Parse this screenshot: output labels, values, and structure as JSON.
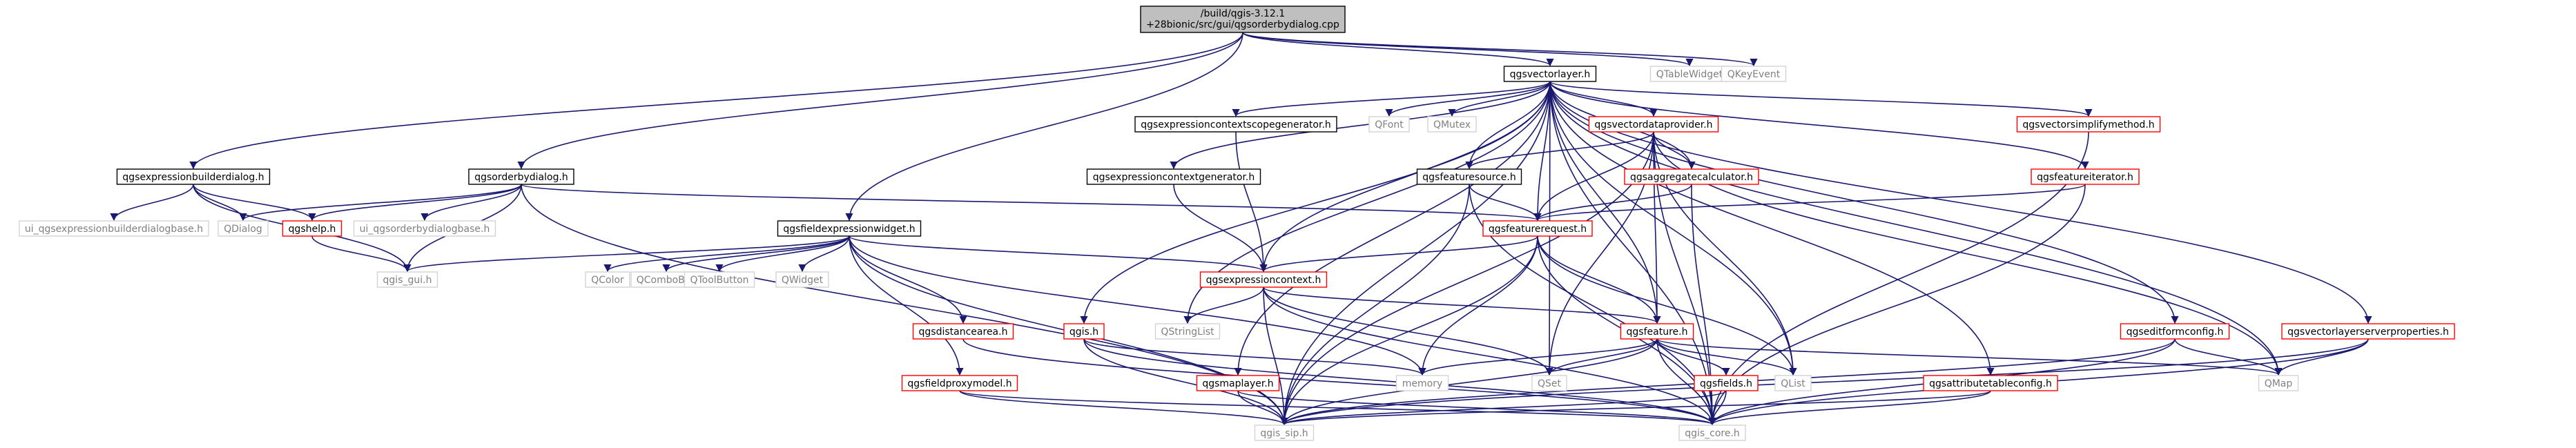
{
  "diagram": {
    "colors": {
      "edge": "#191970",
      "edge_gray": "#a9a9a9",
      "edge_red": "#8b0000",
      "border_black": "#000000",
      "border_red": "#ff0000",
      "border_gray": "#d3d3d3",
      "root_fill": "#bfbfbf",
      "fill": "#ffffff",
      "text": "#000000",
      "text_gray": "#808080"
    },
    "nodes": [
      {
        "id": "root",
        "lines": [
          "/build/qgis-3.12.1",
          "+28bionic/src/gui/qgsorderbydialog.cpp"
        ],
        "style": "root"
      },
      {
        "id": "qgsvectorlayer",
        "lines": [
          "qgsvectorlayer.h"
        ],
        "style": "black"
      },
      {
        "id": "qtablewidget",
        "lines": [
          "QTableWidget"
        ],
        "style": "gray"
      },
      {
        "id": "qkeyevent",
        "lines": [
          "QKeyEvent"
        ],
        "style": "gray"
      },
      {
        "id": "qgsexpressionbuilderdialog",
        "lines": [
          "qgsexpressionbuilderdialog.h"
        ],
        "style": "black"
      },
      {
        "id": "qgsorderbydialog",
        "lines": [
          "qgsorderbydialog.h"
        ],
        "style": "black"
      },
      {
        "id": "qgsexpressioncontextscopegenerator",
        "lines": [
          "qgsexpressioncontextscopegenerator.h"
        ],
        "style": "black"
      },
      {
        "id": "qfont",
        "lines": [
          "QFont"
        ],
        "style": "gray"
      },
      {
        "id": "qmutex",
        "lines": [
          "QMutex"
        ],
        "style": "gray"
      },
      {
        "id": "qgsvectordataprovider",
        "lines": [
          "qgsvectordataprovider.h"
        ],
        "style": "red"
      },
      {
        "id": "qgsvectorsimplifymethod",
        "lines": [
          "qgsvectorsimplifymethod.h"
        ],
        "style": "red"
      },
      {
        "id": "ui_qgsexpressionbuilderdialogbase",
        "lines": [
          "ui_qgsexpressionbuilderdialogbase.h"
        ],
        "style": "gray"
      },
      {
        "id": "qdialog",
        "lines": [
          "QDialog"
        ],
        "style": "gray"
      },
      {
        "id": "qgshelp",
        "lines": [
          "qgshelp.h"
        ],
        "style": "red"
      },
      {
        "id": "ui_qgsorderbydialogbase",
        "lines": [
          "ui_qgsorderbydialogbase.h"
        ],
        "style": "gray"
      },
      {
        "id": "qgsexpressioncontextgenerator",
        "lines": [
          "qgsexpressioncontextgenerator.h"
        ],
        "style": "black"
      },
      {
        "id": "qgsfeaturesource",
        "lines": [
          "qgsfeaturesource.h"
        ],
        "style": "black"
      },
      {
        "id": "qgsaggregatecalculator",
        "lines": [
          "qgsaggregatecalculator.h"
        ],
        "style": "red"
      },
      {
        "id": "qgsfeatureiterator",
        "lines": [
          "qgsfeatureiterator.h"
        ],
        "style": "red"
      },
      {
        "id": "qgsfieldexpressionwidget",
        "lines": [
          "qgsfieldexpressionwidget.h"
        ],
        "style": "black"
      },
      {
        "id": "qgsfeaturerequest",
        "lines": [
          "qgsfeaturerequest.h"
        ],
        "style": "red"
      },
      {
        "id": "qgis_gui",
        "lines": [
          "qgis_gui.h"
        ],
        "style": "gray"
      },
      {
        "id": "qcolor",
        "lines": [
          "QColor"
        ],
        "style": "gray"
      },
      {
        "id": "qcombobox",
        "lines": [
          "QComboBox"
        ],
        "style": "gray"
      },
      {
        "id": "qtoolbutton",
        "lines": [
          "QToolButton"
        ],
        "style": "gray"
      },
      {
        "id": "qwidget",
        "lines": [
          "QWidget"
        ],
        "style": "gray"
      },
      {
        "id": "qgsexpressioncontext",
        "lines": [
          "qgsexpressioncontext.h"
        ],
        "style": "red"
      },
      {
        "id": "qstringlist",
        "lines": [
          "QStringList"
        ],
        "style": "gray"
      },
      {
        "id": "qgsdistancearea",
        "lines": [
          "qgsdistancearea.h"
        ],
        "style": "red"
      },
      {
        "id": "qgis",
        "lines": [
          "qgis.h"
        ],
        "style": "red"
      },
      {
        "id": "qgsfeature",
        "lines": [
          "qgsfeature.h"
        ],
        "style": "red"
      },
      {
        "id": "qgseditformconfig",
        "lines": [
          "qgseditformconfig.h"
        ],
        "style": "red"
      },
      {
        "id": "qgsvectorlayerserverproperties",
        "lines": [
          "qgsvectorlayerserverproperties.h"
        ],
        "style": "red"
      },
      {
        "id": "qgsfieldproxymodel",
        "lines": [
          "qgsfieldproxymodel.h"
        ],
        "style": "red"
      },
      {
        "id": "qgsmaplayer",
        "lines": [
          "qgsmaplayer.h"
        ],
        "style": "red"
      },
      {
        "id": "memory",
        "lines": [
          "memory"
        ],
        "style": "gray"
      },
      {
        "id": "qset",
        "lines": [
          "QSet"
        ],
        "style": "gray"
      },
      {
        "id": "qgsfields",
        "lines": [
          "qgsfields.h"
        ],
        "style": "red"
      },
      {
        "id": "qlist",
        "lines": [
          "QList"
        ],
        "style": "gray"
      },
      {
        "id": "qgsattributetableconfig",
        "lines": [
          "qgsattributetableconfig.h"
        ],
        "style": "red"
      },
      {
        "id": "qmap",
        "lines": [
          "QMap"
        ],
        "style": "gray"
      },
      {
        "id": "qgis_sip",
        "lines": [
          "qgis_sip.h"
        ],
        "style": "gray"
      },
      {
        "id": "qgis_core",
        "lines": [
          "qgis_core.h"
        ],
        "style": "gray"
      }
    ],
    "edges": [
      [
        "root",
        "qgsvectorlayer"
      ],
      [
        "root",
        "qtablewidget"
      ],
      [
        "root",
        "qkeyevent"
      ],
      [
        "root",
        "qgsexpressionbuilderdialog"
      ],
      [
        "root",
        "qgsorderbydialog"
      ],
      [
        "root",
        "qgsfieldexpressionwidget"
      ],
      [
        "qgsexpressionbuilderdialog",
        "ui_qgsexpressionbuilderdialogbase"
      ],
      [
        "qgsexpressionbuilderdialog",
        "qdialog"
      ],
      [
        "qgsexpressionbuilderdialog",
        "qgshelp"
      ],
      [
        "qgsexpressionbuilderdialog",
        "qgis_gui"
      ],
      [
        "qgsorderbydialog",
        "qdialog"
      ],
      [
        "qgsorderbydialog",
        "qgshelp"
      ],
      [
        "qgsorderbydialog",
        "ui_qgsorderbydialogbase"
      ],
      [
        "qgsorderbydialog",
        "qgis_gui"
      ],
      [
        "qgsorderbydialog",
        "qgsfeaturerequest"
      ],
      [
        "qgsorderbydialog",
        "qgis_sip"
      ],
      [
        "qgshelp",
        "qgis_gui"
      ],
      [
        "qgsfieldexpressionwidget",
        "qgis_gui"
      ],
      [
        "qgsfieldexpressionwidget",
        "qcolor"
      ],
      [
        "qgsfieldexpressionwidget",
        "qcombobox"
      ],
      [
        "qgsfieldexpressionwidget",
        "qtoolbutton"
      ],
      [
        "qgsfieldexpressionwidget",
        "qwidget"
      ],
      [
        "qgsfieldexpressionwidget",
        "qgsexpressioncontext"
      ],
      [
        "qgsfieldexpressionwidget",
        "qgsdistancearea"
      ],
      [
        "qgsfieldexpressionwidget",
        "qgsfieldproxymodel"
      ],
      [
        "qgsfieldexpressionwidget",
        "memory"
      ],
      [
        "qgsfieldexpressionwidget",
        "qgis_sip"
      ],
      [
        "qgsvectorlayer",
        "qgsexpressioncontextscopegenerator"
      ],
      [
        "qgsvectorlayer",
        "qfont"
      ],
      [
        "qgsvectorlayer",
        "qmutex"
      ],
      [
        "qgsvectorlayer",
        "qgsvectordataprovider"
      ],
      [
        "qgsvectorlayer",
        "qgsvectorsimplifymethod"
      ],
      [
        "qgsvectorlayer",
        "qgsexpressioncontextgenerator"
      ],
      [
        "qgsvectorlayer",
        "qgsfeaturesource"
      ],
      [
        "qgsvectorlayer",
        "qgsaggregatecalculator"
      ],
      [
        "qgsvectorlayer",
        "qgsfeatureiterator"
      ],
      [
        "qgsvectorlayer",
        "qgsfeaturerequest"
      ],
      [
        "qgsvectorlayer",
        "qgsexpressioncontext"
      ],
      [
        "qgsvectorlayer",
        "qstringlist"
      ],
      [
        "qgsvectorlayer",
        "qgis"
      ],
      [
        "qgsvectorlayer",
        "qgsmaplayer"
      ],
      [
        "qgsvectorlayer",
        "qgsfeature"
      ],
      [
        "qgsvectorlayer",
        "qgseditformconfig"
      ],
      [
        "qgsvectorlayer",
        "qgsvectorlayerserverproperties"
      ],
      [
        "qgsvectorlayer",
        "qgsattributetableconfig"
      ],
      [
        "qgsvectorlayer",
        "qset"
      ],
      [
        "qgsvectorlayer",
        "qlist"
      ],
      [
        "qgsvectorlayer",
        "qmap"
      ],
      [
        "qgsvectorlayer",
        "qgis_sip"
      ],
      [
        "qgsvectorlayer",
        "qgis_core"
      ],
      [
        "qgsexpressioncontextscopegenerator",
        "qgsexpressioncontext"
      ],
      [
        "qgsexpressioncontextgenerator",
        "qgsexpressioncontext"
      ],
      [
        "qgsvectordataprovider",
        "qgsfeaturesource"
      ],
      [
        "qgsvectordataprovider",
        "qgsaggregatecalculator"
      ],
      [
        "qgsvectordataprovider",
        "qgsfeaturerequest"
      ],
      [
        "qgsvectordataprovider",
        "qgsfeature"
      ],
      [
        "qgsvectordataprovider",
        "qset"
      ],
      [
        "qgsvectordataprovider",
        "qlist"
      ],
      [
        "qgsvectordataprovider",
        "qmap"
      ],
      [
        "qgsvectordataprovider",
        "qgis_sip"
      ],
      [
        "qgsvectordataprovider",
        "qgis_core"
      ],
      [
        "qgsvectorsimplifymethod",
        "qgis_core"
      ],
      [
        "qgsfeaturesource",
        "qgsfeaturerequest"
      ],
      [
        "qgsfeaturesource",
        "qgis_sip"
      ],
      [
        "qgsfeaturesource",
        "qgis_core"
      ],
      [
        "qgsaggregatecalculator",
        "qgsfeaturerequest"
      ],
      [
        "qgsaggregatecalculator",
        "qgis_core"
      ],
      [
        "qgsfeatureiterator",
        "qgsfeaturerequest"
      ],
      [
        "qgsfeatureiterator",
        "qgis_core"
      ],
      [
        "qgsfeaturerequest",
        "qgsexpressioncontext"
      ],
      [
        "qgsfeaturerequest",
        "qgsfeature"
      ],
      [
        "qgsfeaturerequest",
        "memory"
      ],
      [
        "qgsfeaturerequest",
        "qlist"
      ],
      [
        "qgsfeaturerequest",
        "qgis_sip"
      ],
      [
        "qgsfeaturerequest",
        "qgis_core"
      ],
      [
        "qgsexpressioncontext",
        "qstringlist"
      ],
      [
        "qgsexpressioncontext",
        "qgsfeature"
      ],
      [
        "qgsexpressioncontext",
        "qset"
      ],
      [
        "qgsexpressioncontext",
        "qgis_sip"
      ],
      [
        "qgsexpressioncontext",
        "qgis_core"
      ],
      [
        "qgsfeature",
        "memory"
      ],
      [
        "qgsfeature",
        "qset"
      ],
      [
        "qgsfeature",
        "qgsfields"
      ],
      [
        "qgsfeature",
        "qlist"
      ],
      [
        "qgsfeature",
        "qmap"
      ],
      [
        "qgsfeature",
        "qgis_sip"
      ],
      [
        "qgsfeature",
        "qgis_core"
      ],
      [
        "qgsfields",
        "qgis_sip"
      ],
      [
        "qgsfields",
        "qgis_core"
      ],
      [
        "qgis",
        "memory"
      ],
      [
        "qgis",
        "qgis_sip"
      ],
      [
        "qgis",
        "qgis_core"
      ],
      [
        "qgsmaplayer",
        "qgis_sip"
      ],
      [
        "qgsmaplayer",
        "qgis_core"
      ],
      [
        "qgsdistancearea",
        "qgis_core"
      ],
      [
        "qgsfieldproxymodel",
        "qgis_sip"
      ],
      [
        "qgsfieldproxymodel",
        "qgis_core"
      ],
      [
        "qgseditformconfig",
        "qmap"
      ],
      [
        "qgseditformconfig",
        "qgis_sip"
      ],
      [
        "qgseditformconfig",
        "qgis_core"
      ],
      [
        "qgsvectorlayerserverproperties",
        "qmap"
      ],
      [
        "qgsvectorlayerserverproperties",
        "qgis_sip"
      ],
      [
        "qgsvectorlayerserverproperties",
        "qgis_core"
      ],
      [
        "qgsattributetableconfig",
        "qgis_sip"
      ],
      [
        "qgsattributetableconfig",
        "qgis_core"
      ]
    ]
  }
}
